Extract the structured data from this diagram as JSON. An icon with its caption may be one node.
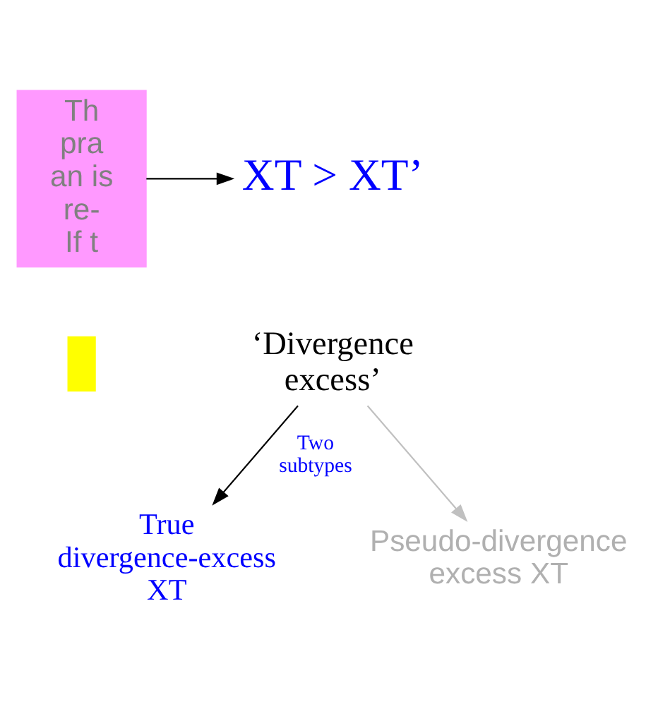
{
  "diagram": {
    "nodes": [
      {
        "text": [
          "Th pra an is re-",
          "If t"
        ]
      },
      {
        "text": [
          "XT > XT’"
        ]
      },
      {
        "text": [
          "‘Divergence excess’"
        ]
      },
      {
        "text": [
          "True divergence-excess XT"
        ]
      },
      {
        "text": [
          "Pseudo-divergence excess XT"
        ]
      },
      {
        "text": [],
        "shape": "bar"
      }
    ],
    "edges": [
      {
        "from": 0,
        "to": 1,
        "arrow": "to"
      },
      {
        "from": 2,
        "to": 3,
        "arrow": "to",
        "label": "Two subtypes"
      },
      {
        "from": 2,
        "to": 4,
        "arrow": "to",
        "color": "#c0c0c0"
      }
    ]
  }
}
